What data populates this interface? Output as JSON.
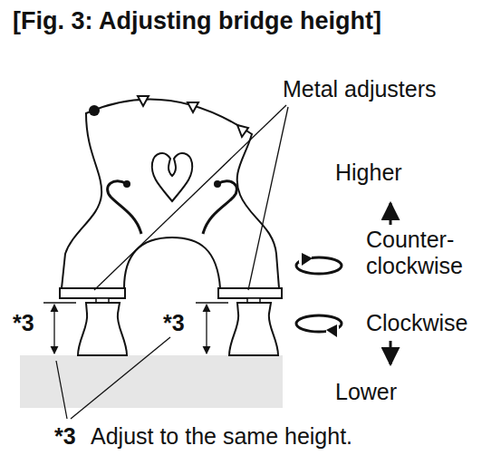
{
  "diagram": {
    "title": "[Fig. 3: Adjusting bridge height]",
    "labels": [
      "Metal adjusters",
      "Higher",
      "Counter- clockwise",
      "Clockwise",
      "Lower",
      "*3",
      "*3",
      "*3",
      "Adjust to the same height."
    ]
  }
}
